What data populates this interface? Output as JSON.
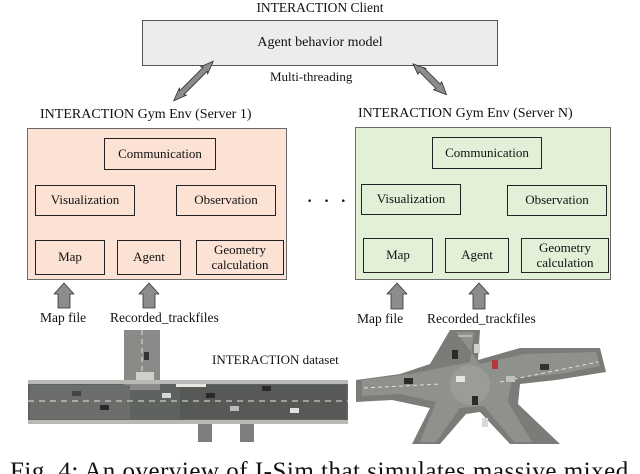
{
  "client": {
    "title": "INTERACTION Client",
    "box_label": "Agent behavior model",
    "link_label": "Multi-threading"
  },
  "servers": [
    {
      "title": "INTERACTION Gym Env (Server 1)",
      "fill": "#fbe2d4",
      "modules": {
        "communication": "Communication",
        "visualization": "Visualization",
        "observation": "Observation",
        "map": "Map",
        "agent": "Agent",
        "geometry": "Geometry calculation"
      },
      "inputs": {
        "map_file": "Map file",
        "track_files": "Recorded_trackfiles"
      }
    },
    {
      "title": "INTERACTION Gym Env (Server N)",
      "fill": "#e2f0d8",
      "modules": {
        "communication": "Communication",
        "visualization": "Visualization",
        "observation": "Observation",
        "map": "Map",
        "agent": "Agent",
        "geometry": "Geometry calculation"
      },
      "inputs": {
        "map_file": "Map file",
        "track_files": "Recorded_trackfiles"
      }
    }
  ],
  "ellipsis": "· · ·",
  "dataset_label": "INTERACTION dataset",
  "caption": "Fig. 4: An overview of I-Sim that simulates massive mixed"
}
